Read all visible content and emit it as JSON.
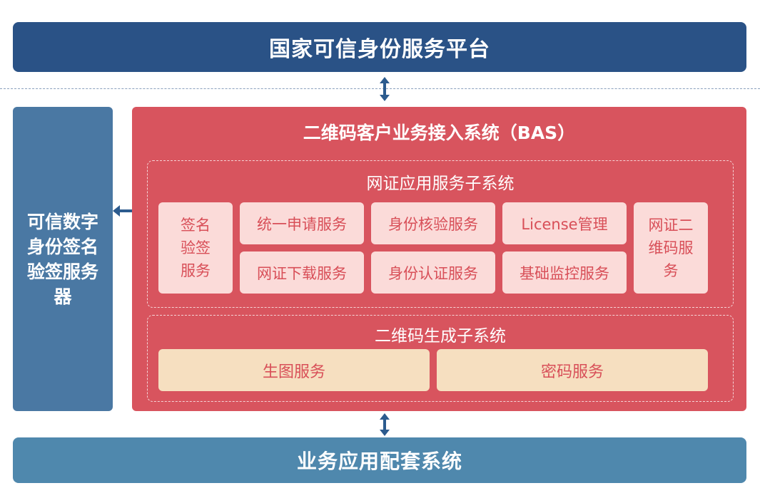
{
  "colors": {
    "top_bar": "#2a5286",
    "bottom_bar": "#4f88ad",
    "side_panel": "#4a78a3",
    "bas_panel": "#d8545e",
    "service_box": "#fbdbd9",
    "service_text": "#d84f58",
    "peach_box": "#f6dfc0",
    "arrow": "#2c5b8e"
  },
  "top_bar": {
    "label": "国家可信身份服务平台"
  },
  "bottom_bar": {
    "label": "业务应用配套系统"
  },
  "side_panel": {
    "label": "可信数字身份签名验签服务器"
  },
  "bas": {
    "title": "二维码客户业务接入系统（BAS）",
    "netid_subsystem": {
      "title": "网证应用服务子系统",
      "sign_verify": "签名验签服务",
      "row1": [
        "统一申请服务",
        "身份核验服务",
        "License管理"
      ],
      "row2": [
        "网证下载服务",
        "身份认证服务",
        "基础监控服务"
      ],
      "qr_service": "网证二维码服务"
    },
    "qr_subsystem": {
      "title": "二维码生成子系统",
      "services": [
        "生图服务",
        "密码服务"
      ]
    }
  }
}
